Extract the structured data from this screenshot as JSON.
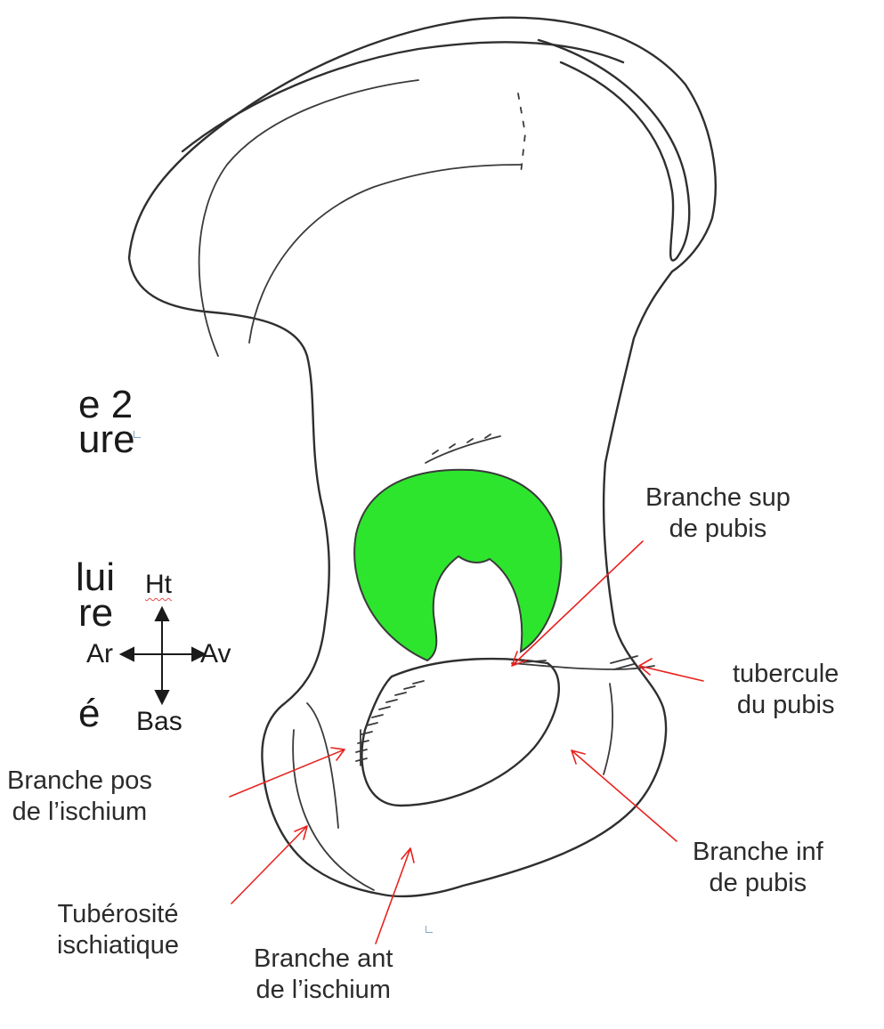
{
  "left_text_fragments": [
    "e 2",
    "ure",
    "lui",
    "re",
    "é"
  ],
  "orientation": {
    "top": "Ht",
    "bottom": "Bas",
    "left": "Ar",
    "right": "Av"
  },
  "labels": {
    "branche_sup_pubis": [
      "Branche sup",
      "de pubis"
    ],
    "tubercule_pubis": [
      "tubercule",
      "du pubis"
    ],
    "branche_pos_ischium": [
      "Branche pos",
      "de l’ischium"
    ],
    "branche_inf_pubis": [
      "Branche inf",
      "de pubis"
    ],
    "tuberosite_ischiatique": [
      "Tubérosité",
      "ischiatique"
    ],
    "branche_ant_ischium": [
      "Branche ant",
      "de l’ischium"
    ]
  },
  "colors": {
    "acetabulum_fill": "#2ee52e",
    "arrow": "#e8231f",
    "outline": "#2f2f2f"
  }
}
